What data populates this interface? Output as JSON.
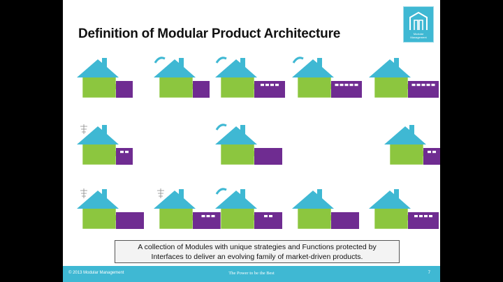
{
  "slide": {
    "title": "Definition of Modular Product Architecture",
    "logo": {
      "icon": "house-frame-logo-icon",
      "line1": "Modular",
      "line2": "Management"
    },
    "caption": {
      "line1": "A collection of Modules with unique strategies and Functions protected by",
      "line2": "Interfaces to deliver an evolving family of market-driven products."
    },
    "footer": {
      "copyright": "© 2013 Modular Management",
      "tagline": "The Power to be the Best",
      "page_number": "7"
    }
  },
  "colors": {
    "background": "#000000",
    "slide": "#ffffff",
    "roof": "#3fb8d3",
    "house_body": "#8cc63f",
    "module": "#6f2c91",
    "window": "#ffffff",
    "caption_border": "#555555",
    "footer": "#3fb8d3"
  },
  "houses": [
    {
      "row": 1,
      "col": 1,
      "module": "small",
      "windows": 0,
      "antenna": "none"
    },
    {
      "row": 1,
      "col": 2,
      "module": "small",
      "windows": 0,
      "antenna": "dish"
    },
    {
      "row": 1,
      "col": 3,
      "module": "long",
      "windows": 4,
      "antenna": "dish"
    },
    {
      "row": 1,
      "col": 4,
      "module": "long",
      "windows": 5,
      "antenna": "dish"
    },
    {
      "row": 1,
      "col": 5,
      "module": "long",
      "windows": 5,
      "antenna": "none"
    },
    {
      "row": 2,
      "col": 1,
      "module": "small",
      "windows": 2,
      "antenna": "tv"
    },
    {
      "row": 2,
      "col": 3,
      "module": "medium",
      "windows": 0,
      "antenna": "dish"
    },
    {
      "row": 2,
      "col": 5,
      "module": "small",
      "windows": 2,
      "antenna": "none"
    },
    {
      "row": 3,
      "col": 1,
      "module": "medium",
      "windows": 0,
      "antenna": "tv"
    },
    {
      "row": 3,
      "col": 2,
      "module": "long",
      "windows": 3,
      "antenna": "tv"
    },
    {
      "row": 3,
      "col": 3,
      "module": "medium",
      "windows": 2,
      "antenna": "dish"
    },
    {
      "row": 3,
      "col": 4,
      "module": "medium",
      "windows": 0,
      "antenna": "none"
    },
    {
      "row": 3,
      "col": 5,
      "module": "long",
      "windows": 4,
      "antenna": "none"
    }
  ]
}
